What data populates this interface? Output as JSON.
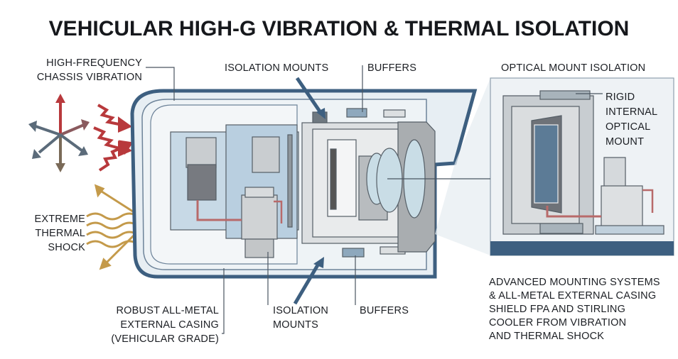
{
  "title": "VEHICULAR HIGH-G VIBRATION & THERMAL ISOLATION",
  "labels": {
    "vibration": [
      "HIGH-FREQUENCY",
      "CHASSIS VIBRATION"
    ],
    "isolation_top": "ISOLATION MOUNTS",
    "buffers_top": "BUFFERS",
    "inset_title": "OPTICAL MOUNT ISOLATION",
    "rigid_mount": [
      "RIGID",
      "INTERNAL",
      "OPTICAL",
      "MOUNT"
    ],
    "thermal": [
      "EXTREME",
      "THERMAL",
      "SHOCK"
    ],
    "casing": [
      "ROBUST ALL-METAL",
      "EXTERNAL CASING",
      "(VEHICULAR GRADE)"
    ],
    "isolation_bottom": [
      "ISOLATION",
      "MOUNTS"
    ],
    "buffers_bottom": "BUFFERS",
    "summary": [
      "ADVANCED MOUNTING SYSTEMS",
      "& ALL-METAL EXTERNAL CASING",
      "SHIELD FPA AND STIRLING",
      "COOLER FROM VIBRATION",
      "AND THERMAL SHOCK"
    ]
  },
  "colors": {
    "casing": "#3d5f80",
    "vibration_red": "#b8393c",
    "thermal_gold": "#c49a4a",
    "vector_gray": "#5b6b7a",
    "lens": "#c9dde6"
  }
}
